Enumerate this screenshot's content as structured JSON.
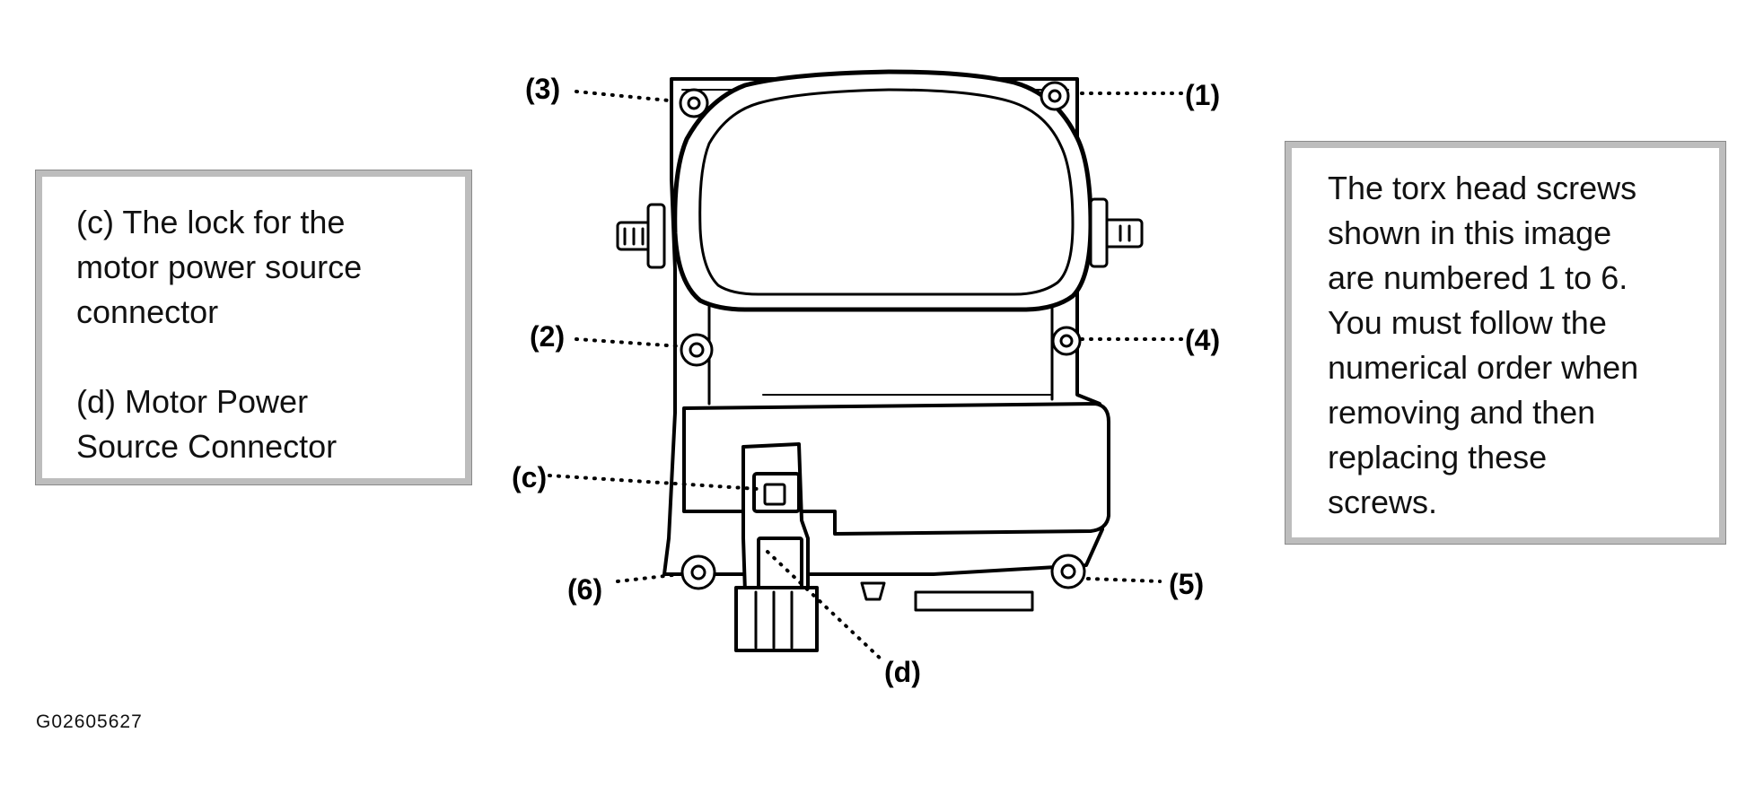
{
  "left_note": {
    "lines_c": [
      "(c) The lock for the",
      "motor power source",
      "connector"
    ],
    "lines_d": [
      "(d) Motor Power",
      "Source Connector"
    ]
  },
  "right_note": {
    "lines": [
      "The torx head screws",
      "shown in this image",
      "are numbered 1 to 6.",
      "You must follow the",
      "numerical order when",
      "removing and then",
      "replacing these",
      "screws."
    ]
  },
  "callouts": {
    "c1": "(1)",
    "c2": "(2)",
    "c3": "(3)",
    "c4": "(4)",
    "c5": "(5)",
    "c6": "(6)",
    "lock": "(c)",
    "connector": "(d)"
  },
  "figure_id": "G02605627"
}
